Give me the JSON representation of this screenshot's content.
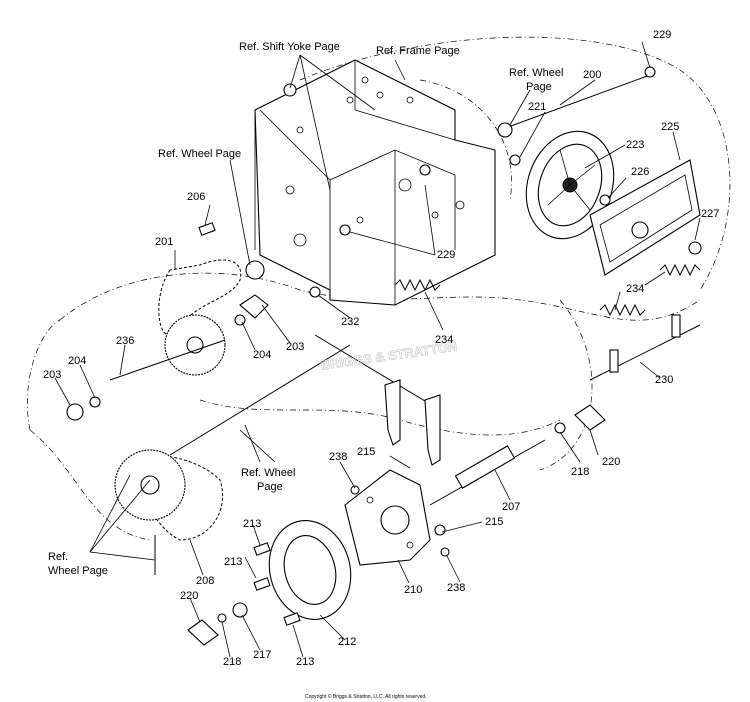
{
  "part_numbers": [
    "229",
    "200",
    "221",
    "223",
    "225",
    "226",
    "227",
    "206",
    "201",
    "229",
    "232",
    "234",
    "234",
    "230",
    "236",
    "204",
    "204",
    "203",
    "203",
    "238",
    "215",
    "218",
    "220",
    "207",
    "215",
    "238",
    "213",
    "213",
    "210",
    "212",
    "208",
    "220",
    "218",
    "217",
    "213"
  ],
  "references": {
    "shift_yoke": "Ref. Shift Yoke Page",
    "frame": "Ref. Frame Page",
    "wheel_top": "Ref. Wheel Page",
    "wheel_left": "Ref. Wheel Page",
    "wheel_mid_1": "Ref. Wheel",
    "wheel_mid_2": "Page",
    "wheel_top_1": "Ref. Wheel",
    "wheel_top_2": "Page",
    "wheel_bottom_1": "Ref.",
    "wheel_bottom_2": "Wheel Page"
  },
  "watermark": "BRIGGS & STRATTON",
  "copyright": "Copyright © Briggs & Stratton, LLC. All rights reserved."
}
